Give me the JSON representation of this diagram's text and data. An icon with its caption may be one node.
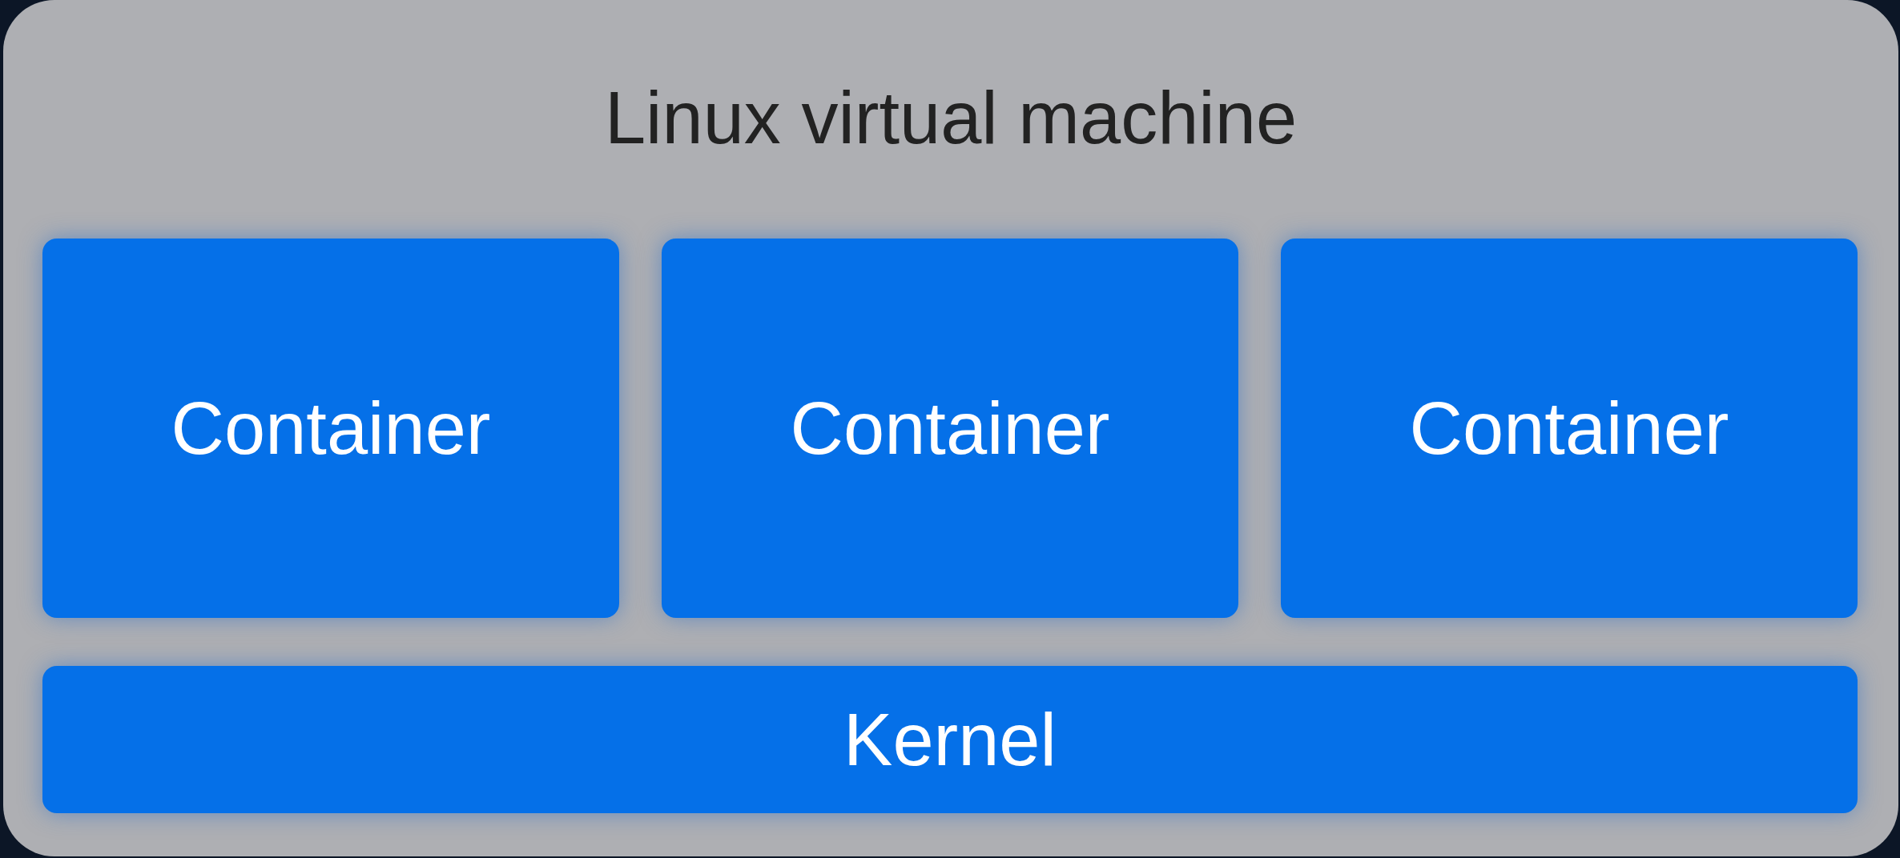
{
  "diagram": {
    "nodes": [
      {
        "text": [
          "Linux virtual machine"
        ]
      },
      {
        "text": [
          "Container"
        ],
        "in": 0
      },
      {
        "text": [
          "Container"
        ],
        "in": 0
      },
      {
        "text": [
          "Container"
        ],
        "in": 0
      },
      {
        "text": [
          "Kernel"
        ],
        "in": 0
      }
    ]
  }
}
